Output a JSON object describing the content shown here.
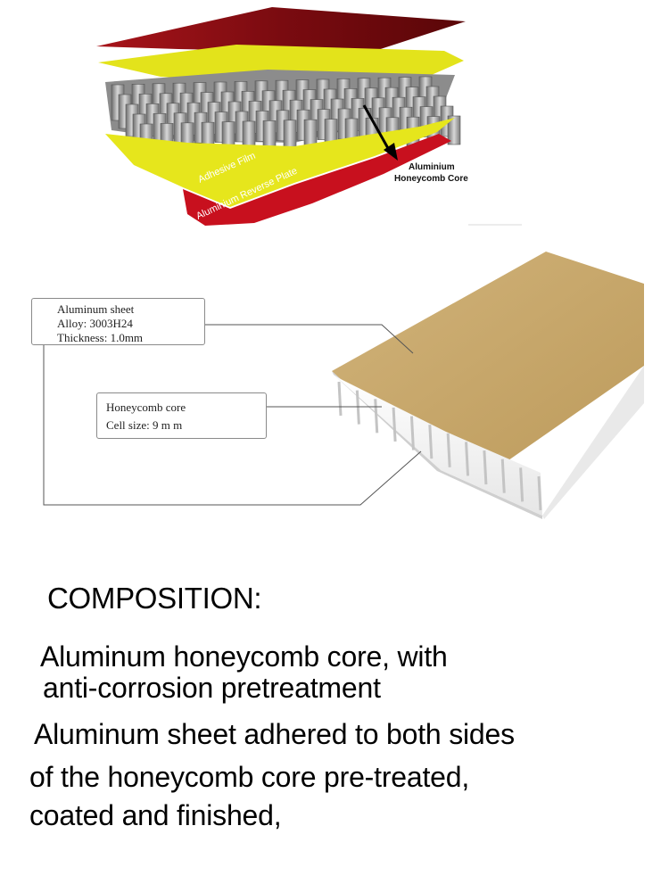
{
  "top_diagram": {
    "labels": {
      "adhesive_film": "Adhesive Film",
      "reverse_plate": "Aluminium Reverse Plate",
      "core_line1": "Aluminium",
      "core_line2": "Honeycomb Core"
    },
    "colors": {
      "top_plate": "#8b0d12",
      "adhesive": "#e6e61c",
      "bottom_plate": "#c8101e",
      "core_gray": "#9a9a9a"
    }
  },
  "panel_diagram": {
    "callout_sheet": {
      "line1": "Aluminum sheet",
      "line2": "Alloy: 3003H24",
      "line3": "Thickness: 1.0mm"
    },
    "callout_core": {
      "line1": "Honeycomb core",
      "line2": "Cell size: 9 m m"
    },
    "colors": {
      "panel_face": "#c9a86a",
      "panel_edge": "#f2f2f2"
    }
  },
  "composition": {
    "heading": "COMPOSITION:",
    "line1": "Aluminum honeycomb core, with",
    "line2": "anti-corrosion pretreatment",
    "line3": "Aluminum sheet adhered to both sides",
    "line4": "of the honeycomb core pre-treated,",
    "line5": "coated and finished,"
  }
}
